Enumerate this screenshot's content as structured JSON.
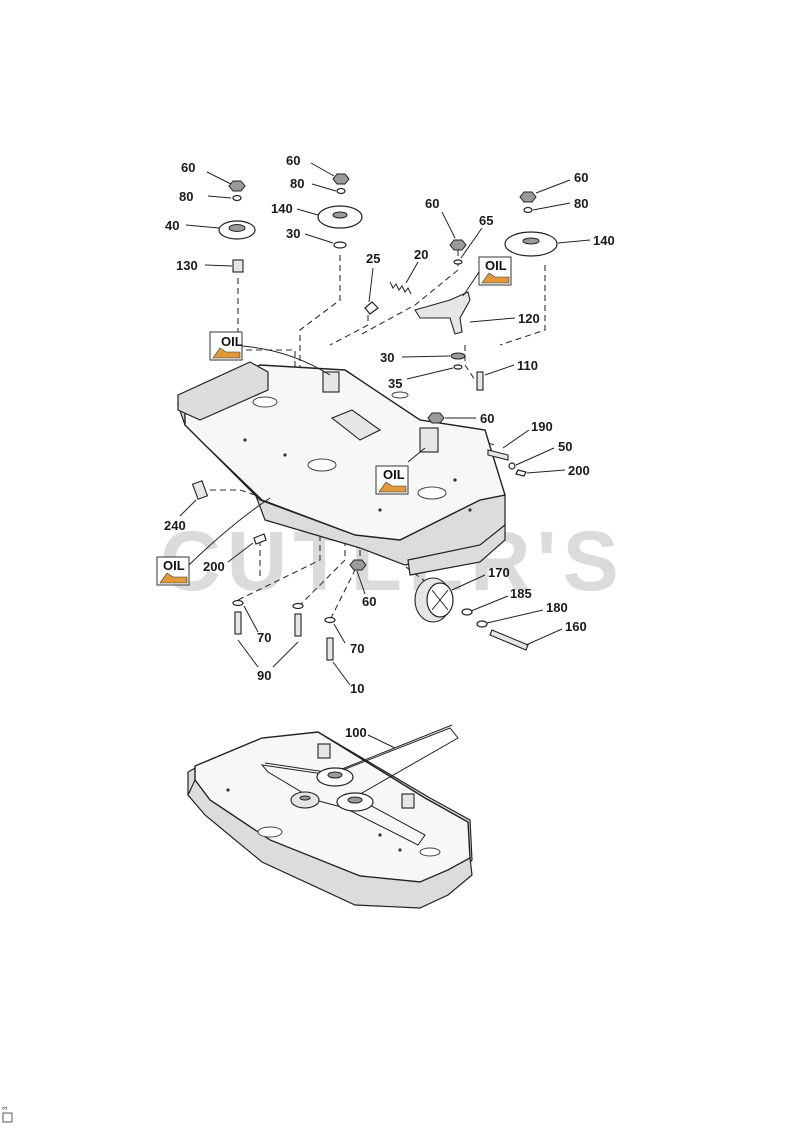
{
  "watermark": "CUTLER'S",
  "oil_text": "OIL",
  "labels": {
    "l60a": "60",
    "l80a": "80",
    "l40": "40",
    "l130": "130",
    "l60b": "60",
    "l80b": "80",
    "l140a": "140",
    "l30a": "30",
    "l25": "25",
    "l20": "20",
    "l60c": "60",
    "l65": "65",
    "l60d": "60",
    "l80c": "80",
    "l140b": "140",
    "l120": "120",
    "l30b": "30",
    "l35": "35",
    "l110": "110",
    "l60e": "60",
    "l190": "190",
    "l50": "50",
    "l200a": "200",
    "l240": "240",
    "l200b": "200",
    "l60f": "60",
    "l170": "170",
    "l185": "185",
    "l180": "180",
    "l160": "160",
    "l70a": "70",
    "l70b": "70",
    "l90": "90",
    "l10": "10",
    "l100": "100"
  },
  "figure_code": "3"
}
